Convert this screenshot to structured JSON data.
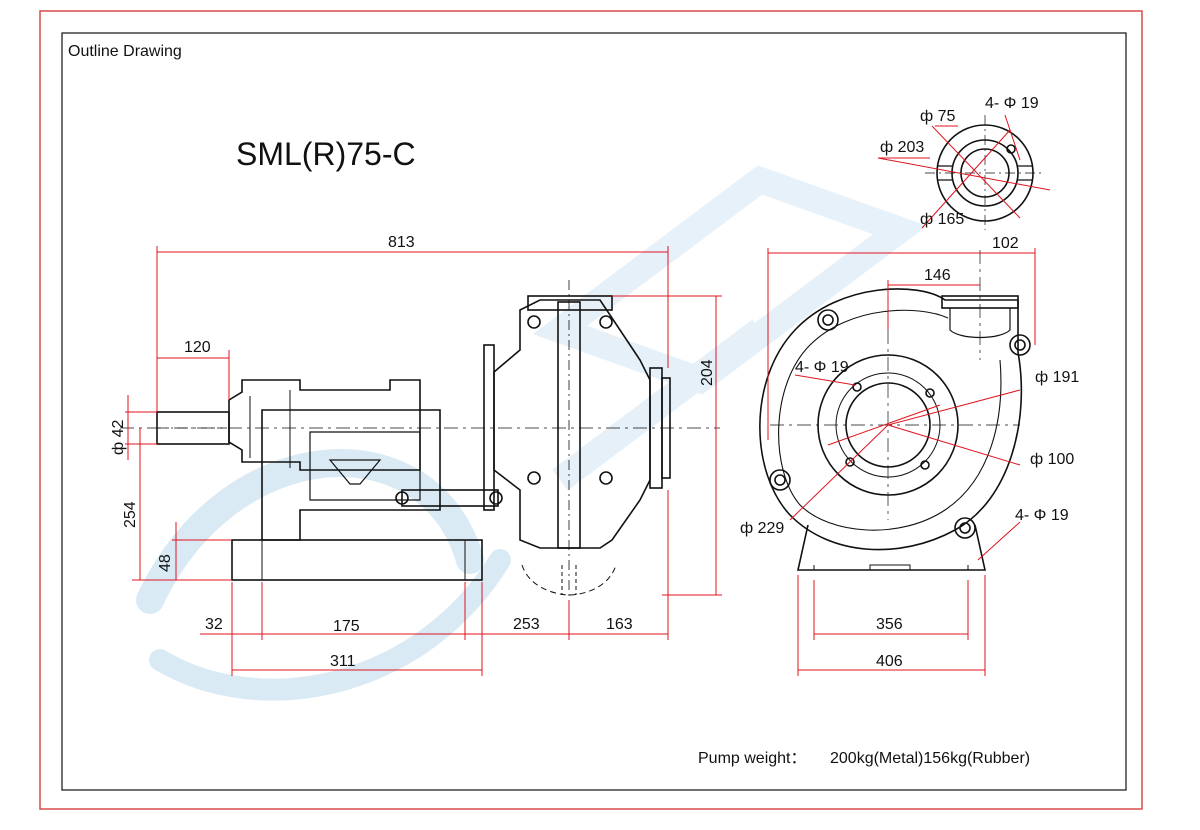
{
  "panel_label": "Outline Drawing",
  "model": "SML(R)75-C",
  "weight": {
    "prefix": "Pump weight：",
    "text": "200kg(Metal)156kg(Rubber)"
  },
  "side_view_dims": {
    "overall_length": "813",
    "shaft_extension": "120",
    "shaft_dia": "ф 42",
    "shaft_height": "254",
    "base_height": "48",
    "base_offset": "32",
    "bolt_spacing": "175",
    "base_length": "311",
    "base_to_casing": "253",
    "discharge_offset": "163",
    "flange_height": "204"
  },
  "discharge_flange_dims": {
    "bore": "ф 75",
    "bolt_holes": "4- Φ 19",
    "outer_dia": "ф 203",
    "pcd": "ф 165"
  },
  "end_view_dims": {
    "outlet_offset": "102",
    "outlet_center": "146",
    "inlet_holes": "4- Φ 19",
    "inlet_outer": "ф 191",
    "inlet_bore": "ф 100",
    "inlet_pcd": "ф 229",
    "foot_holes": "4- Φ 19",
    "bolt_spacing": "356",
    "base_width": "406"
  },
  "colors": {
    "drawing_line": "#111111",
    "dimension_line": "#e0141e",
    "frame_outer": "#d94a4a",
    "watermark": "#d5e8f4"
  }
}
